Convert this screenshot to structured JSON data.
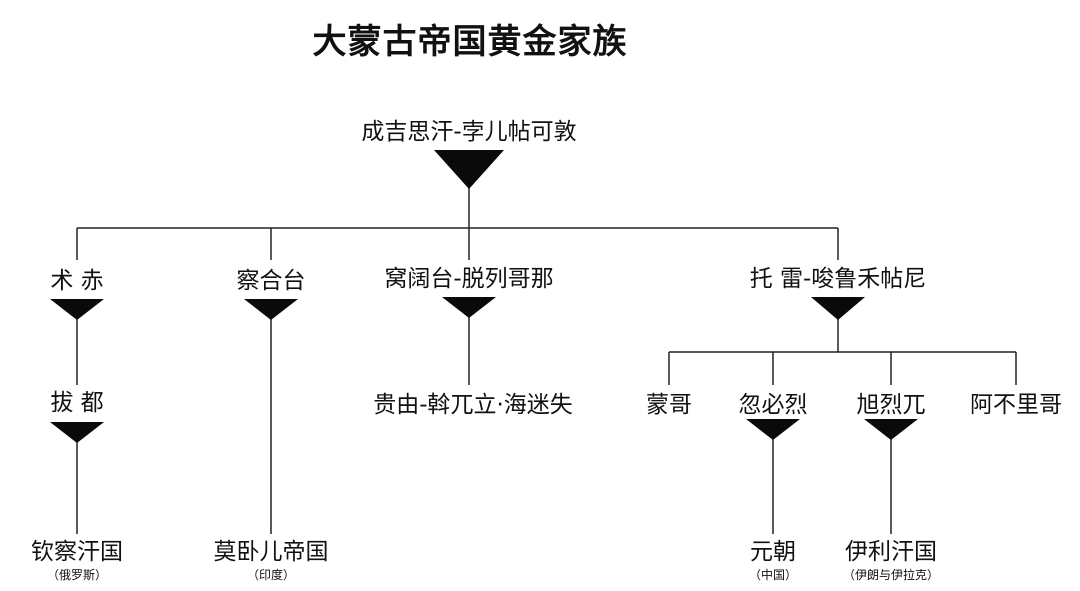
{
  "title": "大蒙古帝国黄金家族",
  "nodes": {
    "genghis": {
      "name": "成吉思汗-孛儿帖可敦"
    },
    "jochi": {
      "name": "术 赤"
    },
    "chagatai": {
      "name": "察合台"
    },
    "ogedei": {
      "name": "窝阔台-脱列哥那"
    },
    "tolui": {
      "name": "托 雷-唆鲁禾帖尼"
    },
    "batu": {
      "name": "拔 都"
    },
    "guyuk": {
      "name": "贵由-斡兀立·海迷失"
    },
    "mongke": {
      "name": "蒙哥"
    },
    "kublai": {
      "name": "忽必烈"
    },
    "hulagu": {
      "name": "旭烈兀"
    },
    "ariqboke": {
      "name": "阿不里哥"
    },
    "golden_horde": {
      "name": "钦察汗国",
      "note": "（俄罗斯）"
    },
    "mughal": {
      "name": "莫卧儿帝国",
      "note": "（印度）"
    },
    "yuan": {
      "name": "元朝",
      "note": "（中国）"
    },
    "ilkhanate": {
      "name": "伊利汗国",
      "note": "（伊朗与伊拉克）"
    }
  }
}
